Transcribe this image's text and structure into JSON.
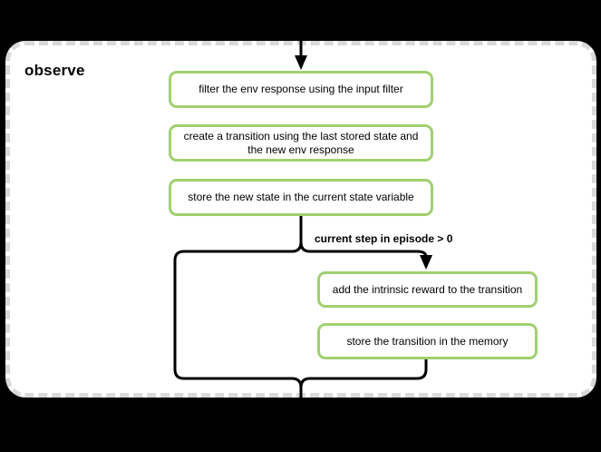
{
  "diagram": {
    "title": "observe",
    "branch_label": "current step in episode > 0",
    "main_steps": [
      {
        "label": "filter the env response using the input filter"
      },
      {
        "label": "create a transition using the last stored state and the new env response"
      },
      {
        "label": "store the new state in the current state variable"
      }
    ],
    "branch_steps": [
      {
        "label": "add the intrinsic reward to the transition"
      },
      {
        "label": "store the transition in the memory"
      }
    ],
    "colors": {
      "background": "#000000",
      "container_fill": "#ffffff",
      "container_border": "#d9d9d9",
      "node_border": "#a0d070",
      "node_fill": "#ffffff",
      "edge": "#000000",
      "text": "#000000"
    }
  }
}
